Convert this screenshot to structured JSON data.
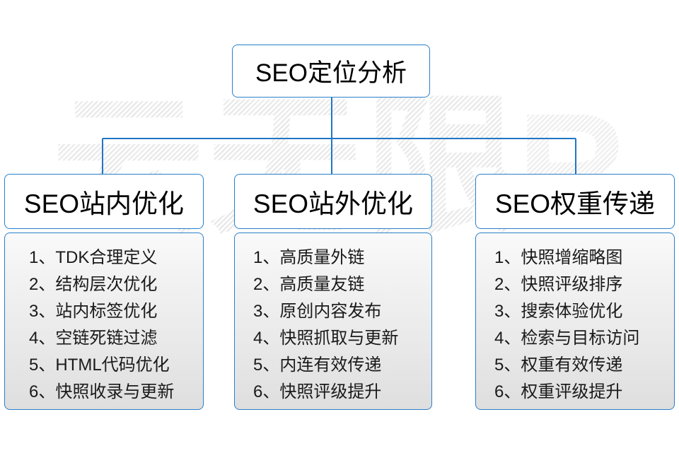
{
  "diagram": {
    "title": "SEO定位分析",
    "watermark": {
      "text": "云无限",
      "mark": "R"
    },
    "branches": [
      {
        "header": "SEO站内优化",
        "items": [
          "1、TDK合理定义",
          "2、结构层次优化",
          "3、站内标签优化",
          "4、空链死链过滤",
          "5、HTML代码优化",
          "6、快照收录与更新"
        ]
      },
      {
        "header": "SEO站外优化",
        "items": [
          "1、高质量外链",
          "2、高质量友链",
          "3、原创内容发布",
          "4、快照抓取与更新",
          "5、内连有效传递",
          "6、快照评级提升"
        ]
      },
      {
        "header": "SEO权重传递",
        "items": [
          "1、快照增缩略图",
          "2、快照评级排序",
          "3、搜索体验优化",
          "4、检索与目标访问",
          "5、权重有效传递",
          "6、权重评级提升"
        ]
      }
    ],
    "colors": {
      "border": "#2a7fc9",
      "connector": "#1f76c4",
      "text": "#000000",
      "background": "#ffffff",
      "watermark": "#ededed"
    }
  }
}
